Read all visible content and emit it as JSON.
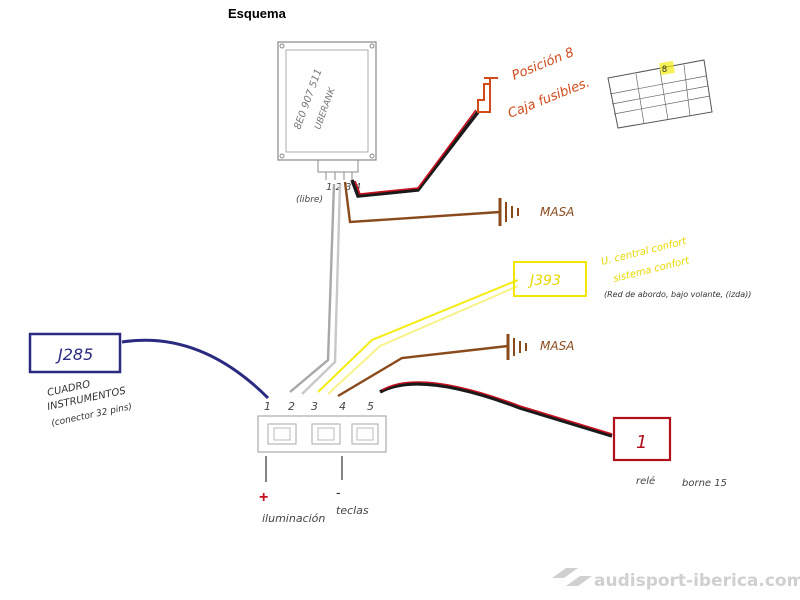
{
  "title": "Esquema",
  "module": {
    "text_line1": "8E0 907 511",
    "text_line2": "UBERANK",
    "pins": "1 2 3 4",
    "libre": "(libre)"
  },
  "switch_label": {
    "line1": "Posición 8",
    "line2": "Caja fusibles."
  },
  "mass_top": "MASA",
  "mass_mid": "MASA",
  "j393": {
    "box": "J393",
    "desc_line1": "U. central confort",
    "desc_line2": "sistema confort",
    "note": "(Red de abordo, bajo volante, (izda))"
  },
  "j285": {
    "box": "J285",
    "desc_line1": "CUADRO",
    "desc_line2": "INSTRUMENTOS",
    "desc_line3": "(conector 32 pins)"
  },
  "bottom_connector": {
    "pins": [
      "1",
      "2",
      "3",
      "4",
      "5"
    ],
    "plus_sign": "+",
    "minus_sign": "-",
    "label_left": "iluminación",
    "label_right": "teclas"
  },
  "relay": {
    "box": "1",
    "label": "relé",
    "label2": "borne 15"
  },
  "fuse_table": {
    "cell": "8"
  },
  "watermark": "audisport-iberica.com",
  "colors": {
    "black_red": "#b0101a",
    "brown": "#8a4a1c",
    "yellow": "#f2e600",
    "grey": "#9a9a9a",
    "navy": "#2a2a80",
    "orange_red": "#d24a1a"
  }
}
